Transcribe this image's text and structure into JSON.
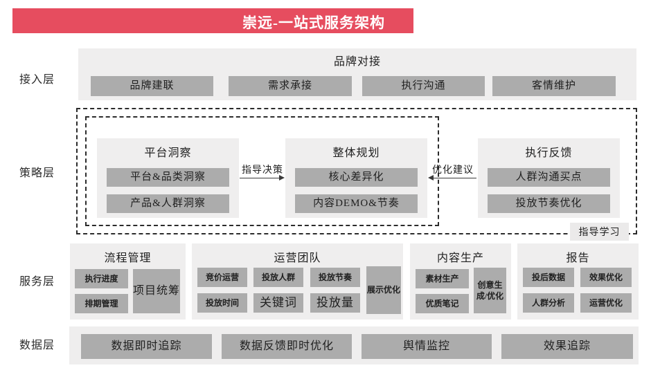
{
  "title": "崇远-一站式服务架构",
  "colors": {
    "banner": "#e64d5f",
    "panel_bg": "#efeeee",
    "box_bg": "#acacac",
    "dash_border": "#2b2b2b"
  },
  "layer_labels": {
    "access": "接入层",
    "strategy": "策略层",
    "service": "服务层",
    "data": "数据层"
  },
  "access_layer": {
    "header": "品牌对接",
    "boxes": [
      "品牌建联",
      "需求承接",
      "执行沟通",
      "客情维护"
    ]
  },
  "strategy_layer": {
    "groups": [
      {
        "title": "平台洞察",
        "items": [
          "平台&品类洞察",
          "产品&人群洞察"
        ]
      },
      {
        "title": "整体规划",
        "items": [
          "核心差异化",
          "内容DEMO&节奏"
        ]
      },
      {
        "title": "执行反馈",
        "items": [
          "人群沟通买点",
          "投放节奏优化"
        ]
      }
    ],
    "arrow_forward_label": "指导决策",
    "arrow_back_label": "优化建议",
    "corner_label": "指导学习"
  },
  "service_layer": {
    "process": {
      "title": "流程管理",
      "items": [
        "执行进度",
        "排期管理"
      ],
      "tall": "项目统筹"
    },
    "operations": {
      "title": "运营团队",
      "row1": [
        "竞价运营",
        "投放人群",
        "投放节奏"
      ],
      "row2": [
        "投放时间",
        "关键词",
        "投放量"
      ],
      "tall": "展示优化"
    },
    "content": {
      "title": "内容生产",
      "items": [
        "素材生产",
        "优质笔记"
      ],
      "tall": "创意生成/优化"
    },
    "report": {
      "title": "报告",
      "row1": [
        "投后数据",
        "效果优化"
      ],
      "row2": [
        "人群分析",
        "运营优化"
      ]
    }
  },
  "data_layer": {
    "boxes": [
      "数据即时追踪",
      "数据反馈即时优化",
      "舆情监控",
      "效果追踪"
    ]
  }
}
